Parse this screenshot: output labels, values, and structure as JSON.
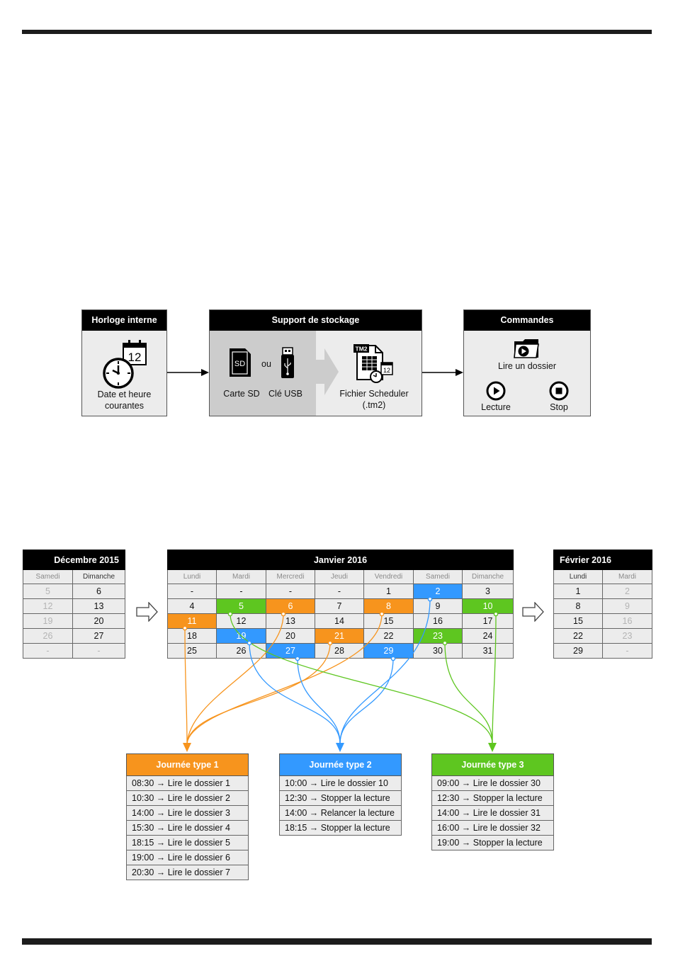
{
  "colors": {
    "type1": "#f7941d",
    "type2": "#3399ff",
    "type3": "#5ec620"
  },
  "flow": {
    "clock_box": {
      "title": "Horloge interne",
      "calendar_day": "12",
      "caption_line1": "Date et heure",
      "caption_line2": "courantes",
      "icons": [
        "clock-icon",
        "calendar-icon"
      ]
    },
    "storage_box": {
      "title": "Support de stockage",
      "sd_icon_text": "SD",
      "or_text": "ou",
      "sd_label": "Carte SD",
      "usb_label": "Clé USB",
      "file_badge": "TM2",
      "file_calendar_day": "12",
      "file_label_line1": "Fichier Scheduler",
      "file_label_line2": "(.tm2)",
      "icons": [
        "sd-card-icon",
        "usb-stick-icon",
        "scheduler-file-icon"
      ]
    },
    "commands_box": {
      "title": "Commandes",
      "play_folder_label": "Lire un dossier",
      "play_label": "Lecture",
      "stop_label": "Stop",
      "icons": [
        "folder-play-icon",
        "play-icon",
        "stop-icon"
      ]
    }
  },
  "calendars": {
    "december": {
      "title": "Décembre 2015",
      "days": [
        "Samedi",
        "Dimanche"
      ],
      "rows": [
        [
          {
            "v": "5",
            "s": "out"
          },
          {
            "v": "6",
            "s": ""
          }
        ],
        [
          {
            "v": "12",
            "s": "out"
          },
          {
            "v": "13",
            "s": ""
          }
        ],
        [
          {
            "v": "19",
            "s": "out"
          },
          {
            "v": "20",
            "s": ""
          }
        ],
        [
          {
            "v": "26",
            "s": "out"
          },
          {
            "v": "27",
            "s": ""
          }
        ],
        [
          {
            "v": "-",
            "s": "out"
          },
          {
            "v": "-",
            "s": "out"
          }
        ]
      ]
    },
    "january": {
      "title": "Janvier 2016",
      "days": [
        "Lundi",
        "Mardi",
        "Mercredi",
        "Jeudi",
        "Vendredi",
        "Samedi",
        "Dimanche"
      ],
      "rows": [
        [
          {
            "v": "-",
            "s": ""
          },
          {
            "v": "-",
            "s": ""
          },
          {
            "v": "-",
            "s": ""
          },
          {
            "v": "-",
            "s": ""
          },
          {
            "v": "1",
            "s": ""
          },
          {
            "v": "2",
            "s": "c2"
          },
          {
            "v": "3",
            "s": ""
          }
        ],
        [
          {
            "v": "4",
            "s": ""
          },
          {
            "v": "5",
            "s": "c3"
          },
          {
            "v": "6",
            "s": "c1"
          },
          {
            "v": "7",
            "s": ""
          },
          {
            "v": "8",
            "s": "c1"
          },
          {
            "v": "9",
            "s": ""
          },
          {
            "v": "10",
            "s": "c3"
          }
        ],
        [
          {
            "v": "11",
            "s": "c1"
          },
          {
            "v": "12",
            "s": ""
          },
          {
            "v": "13",
            "s": ""
          },
          {
            "v": "14",
            "s": ""
          },
          {
            "v": "15",
            "s": ""
          },
          {
            "v": "16",
            "s": ""
          },
          {
            "v": "17",
            "s": ""
          }
        ],
        [
          {
            "v": "18",
            "s": ""
          },
          {
            "v": "19",
            "s": "c2"
          },
          {
            "v": "20",
            "s": ""
          },
          {
            "v": "21",
            "s": "c1"
          },
          {
            "v": "22",
            "s": ""
          },
          {
            "v": "23",
            "s": "c3"
          },
          {
            "v": "24",
            "s": ""
          }
        ],
        [
          {
            "v": "25",
            "s": ""
          },
          {
            "v": "26",
            "s": ""
          },
          {
            "v": "27",
            "s": "c2"
          },
          {
            "v": "28",
            "s": ""
          },
          {
            "v": "29",
            "s": "c2"
          },
          {
            "v": "30",
            "s": ""
          },
          {
            "v": "31",
            "s": ""
          }
        ]
      ]
    },
    "february": {
      "title": "Février 2016",
      "days": [
        "Lundi",
        "Mardi"
      ],
      "rows": [
        [
          {
            "v": "1",
            "s": ""
          },
          {
            "v": "2",
            "s": "out"
          }
        ],
        [
          {
            "v": "8",
            "s": ""
          },
          {
            "v": "9",
            "s": "out"
          }
        ],
        [
          {
            "v": "15",
            "s": ""
          },
          {
            "v": "16",
            "s": "out"
          }
        ],
        [
          {
            "v": "22",
            "s": ""
          },
          {
            "v": "23",
            "s": "out"
          }
        ],
        [
          {
            "v": "29",
            "s": ""
          },
          {
            "v": "-",
            "s": "out"
          }
        ]
      ]
    }
  },
  "day_types": [
    {
      "title": "Journée type 1",
      "color": "#f7941d",
      "entries": [
        "08:30 → Lire le dossier 1",
        "10:30 → Lire le dossier 2",
        "14:00 → Lire le dossier 3",
        "15:30 → Lire le dossier 4",
        "18:15 → Lire le dossier 5",
        "19:00 → Lire le dossier 6",
        "20:30 → Lire le dossier 7"
      ]
    },
    {
      "title": "Journée type 2",
      "color": "#3399ff",
      "entries": [
        "10:00 → Lire le dossier 10",
        "12:30 → Stopper la lecture",
        "14:00 → Relancer la lecture",
        "18:15 → Stopper la lecture"
      ]
    },
    {
      "title": "Journée type 3",
      "color": "#5ec620",
      "entries": [
        "09:00 → Lire le dossier 30",
        "12:30 → Stopper la lecture",
        "14:00 → Lire le dossier 31",
        "16:00 → Lire le dossier 32",
        "19:00 → Stopper la lecture"
      ]
    }
  ]
}
